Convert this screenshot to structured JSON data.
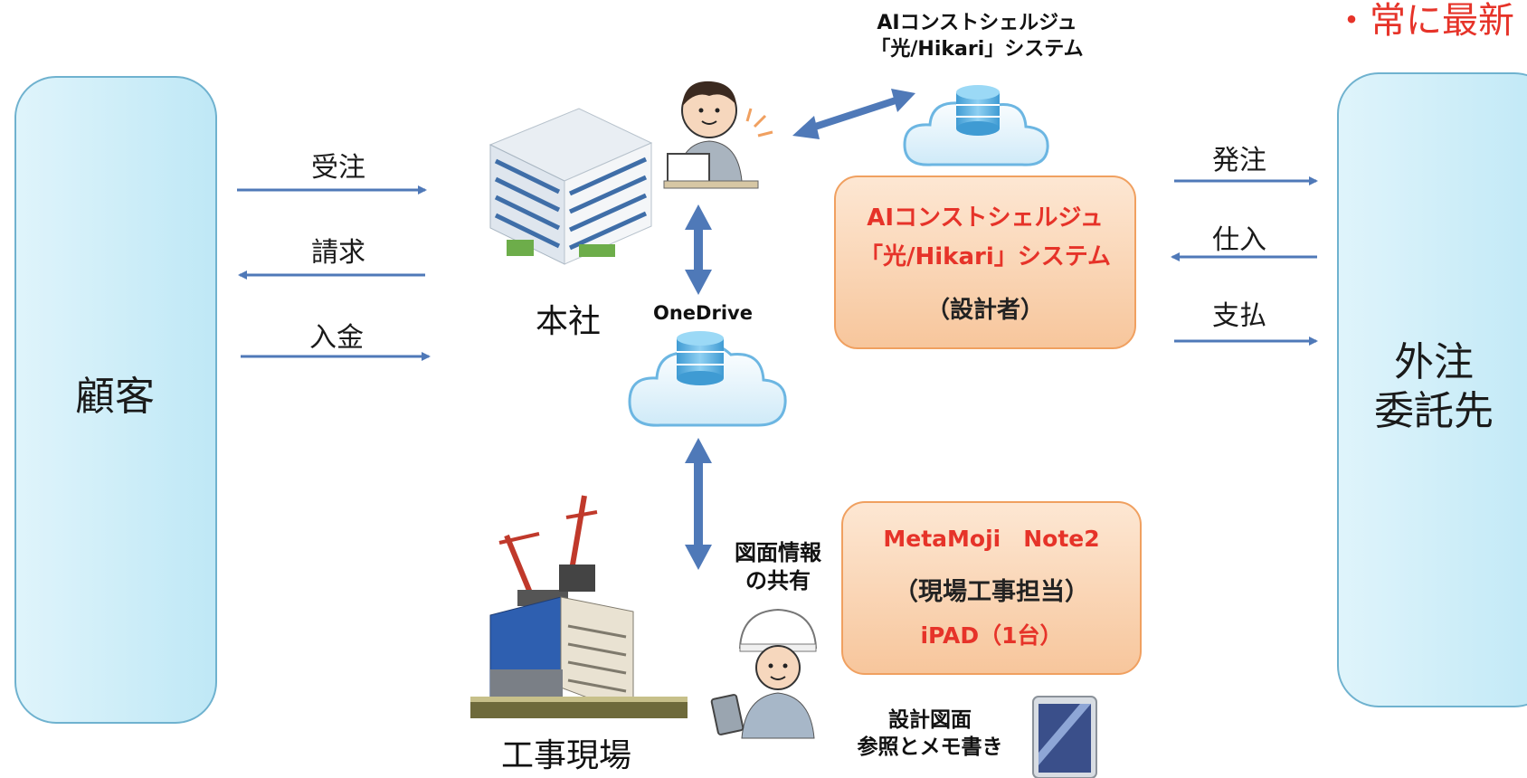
{
  "corner_note": "・常に最新",
  "customer": {
    "label": "顧客"
  },
  "outsourcer": {
    "line1": "外注",
    "line2": "委託先"
  },
  "left_flows": {
    "order_received": "受注",
    "invoice": "請求",
    "payment_received": "入金"
  },
  "right_flows": {
    "order_placed": "発注",
    "purchase": "仕入",
    "payment": "支払"
  },
  "head_office": {
    "label": "本社"
  },
  "onedrive": {
    "label": "OneDrive"
  },
  "cloud_system": {
    "line1": "AIコンストシェルジュ",
    "line2": "「光/Hikari」システム"
  },
  "designer_box": {
    "line1": "AIコンストシェルジュ",
    "line2": "「光/Hikari」システム",
    "role": "（設計者）"
  },
  "site_box": {
    "line1": "MetaMoji　Note2",
    "role": "（現場工事担当）",
    "device": "iPAD（1台）"
  },
  "share_note": {
    "line1": "図面情報",
    "line2": "の共有"
  },
  "tablet_note": {
    "line1": "設計図面",
    "line2": "参照とメモ書き"
  },
  "construction_site": {
    "label": "工事現場"
  },
  "colors": {
    "arrow": "#4f79b8",
    "accent_red": "#e63329",
    "panel_border": "#6fb2cf",
    "box_border": "#f0a060"
  }
}
